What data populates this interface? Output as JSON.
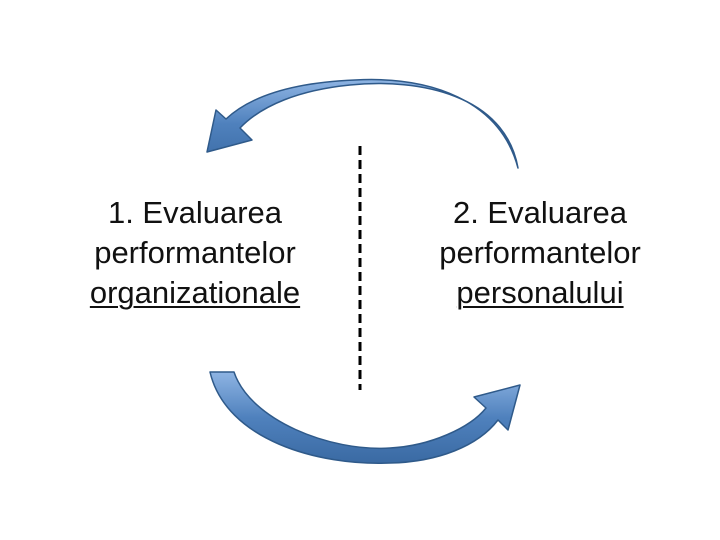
{
  "left_box": {
    "line1": "1. Evaluarea",
    "line2": "performantelor",
    "line3": "organizationale"
  },
  "right_box": {
    "line1": "2. Evaluarea",
    "line2": "performantelor",
    "line3": "personalului"
  },
  "colors": {
    "arrow_fill": "#4f81bd",
    "arrow_highlight": "#8eb4e3",
    "arrow_outline": "#2f5a8a",
    "divider": "#000000",
    "text": "#111111"
  }
}
